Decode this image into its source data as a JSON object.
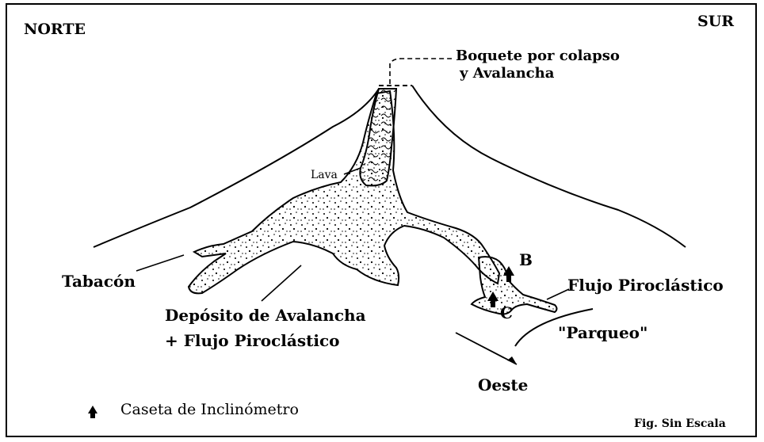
{
  "corner_labels": {
    "north": "NORTE",
    "south": "SUR"
  },
  "labels": {
    "boquete_line1": "Boquete por colapso",
    "boquete_line2": "y Avalancha",
    "lava": "Lava",
    "tabacon": "Tabacón",
    "deposito_line1": "Depósito de Avalancha",
    "deposito_line2": "+ Flujo Piroclástico",
    "point_b": "B",
    "point_c": "C",
    "flujo_piroclastico": "Flujo Piroclástico",
    "parqueo": "\"Parqueo\"",
    "oeste": "Oeste"
  },
  "legend": {
    "symbol_name": "triangle-marker-icon",
    "text": "Caseta de Inclinómetro"
  },
  "footer": {
    "scale_note": "Fig. Sin Escala"
  },
  "colors": {
    "ink": "#000000",
    "fill": "#ffffff"
  }
}
